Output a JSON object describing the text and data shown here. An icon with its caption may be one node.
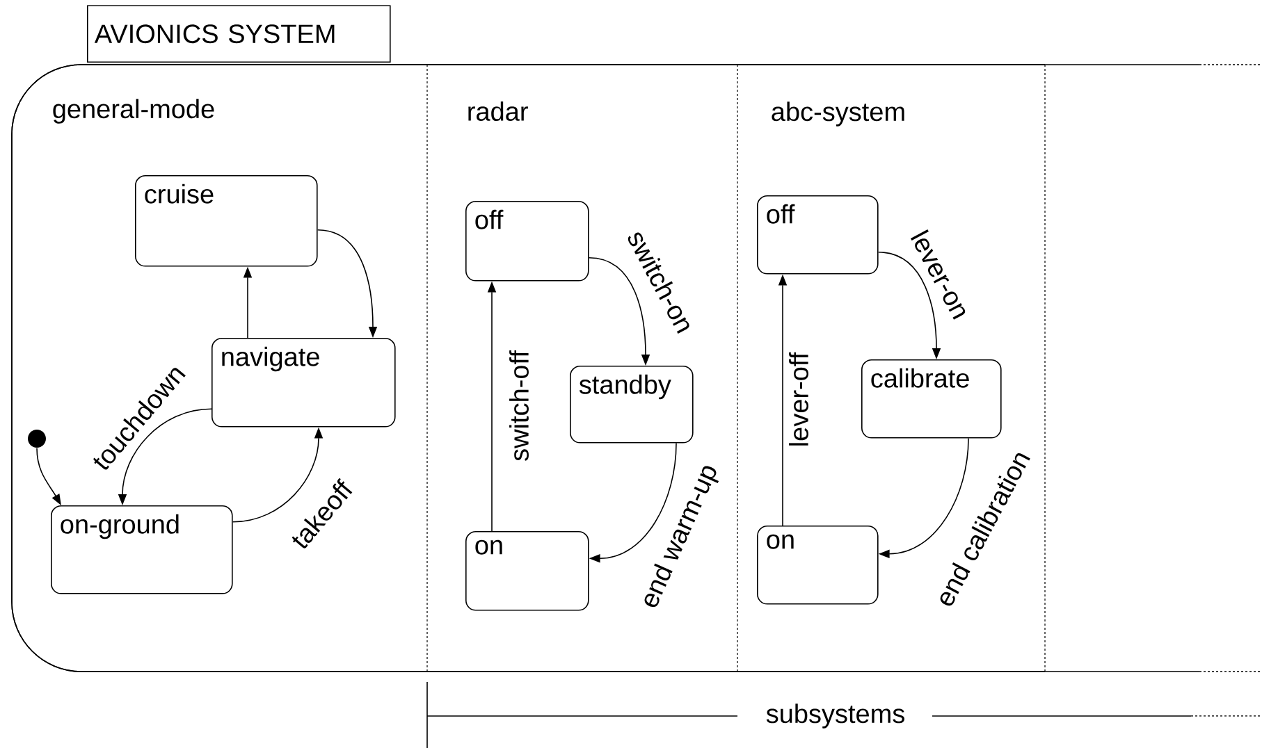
{
  "diagram": {
    "nodes": [
      {
        "text": [
          "AVIONICS SYSTEM"
        ]
      },
      {
        "text": [
          "general-mode"
        ],
        "in": 0
      },
      {
        "text": [
          "radar"
        ],
        "in": 0
      },
      {
        "text": [
          "abc-system"
        ],
        "in": 0
      },
      {
        "text": [
          "cruise"
        ],
        "in": 1
      },
      {
        "text": [
          "navigate"
        ],
        "in": 1
      },
      {
        "text": [],
        "shape": "circle",
        "in": 1
      },
      {
        "text": [
          "on-ground"
        ],
        "in": 1
      },
      {
        "text": [
          "off"
        ],
        "in": 2
      },
      {
        "text": [
          "standby"
        ],
        "in": 2
      },
      {
        "text": [
          "on"
        ],
        "in": 2
      },
      {
        "text": [
          "off"
        ],
        "in": 3
      },
      {
        "text": [
          "calibrate"
        ],
        "in": 3
      },
      {
        "text": [
          "on"
        ],
        "in": 3
      }
    ],
    "edges": [
      {
        "from": 6,
        "to": 7,
        "arrow": "to"
      },
      {
        "from": 5,
        "to": 4,
        "arrow": "to"
      },
      {
        "from": 4,
        "to": 5,
        "arrow": "to"
      },
      {
        "from": 5,
        "to": 7,
        "arrow": "to",
        "label": "touchdown"
      },
      {
        "from": 7,
        "to": 5,
        "arrow": "to",
        "label": "takeoff"
      },
      {
        "from": 8,
        "to": 9,
        "arrow": "to",
        "label": "switch-on"
      },
      {
        "from": 9,
        "to": 10,
        "arrow": "to",
        "label": "end warm-up"
      },
      {
        "from": 10,
        "to": 8,
        "arrow": "to",
        "label": "switch-off"
      },
      {
        "from": 11,
        "to": 12,
        "arrow": "to",
        "label": "lever-on"
      },
      {
        "from": 12,
        "to": 13,
        "arrow": "to",
        "label": "end calibration"
      },
      {
        "from": 13,
        "to": 11,
        "arrow": "to",
        "label": "lever-off"
      }
    ],
    "labels": [
      "subsystems"
    ]
  }
}
